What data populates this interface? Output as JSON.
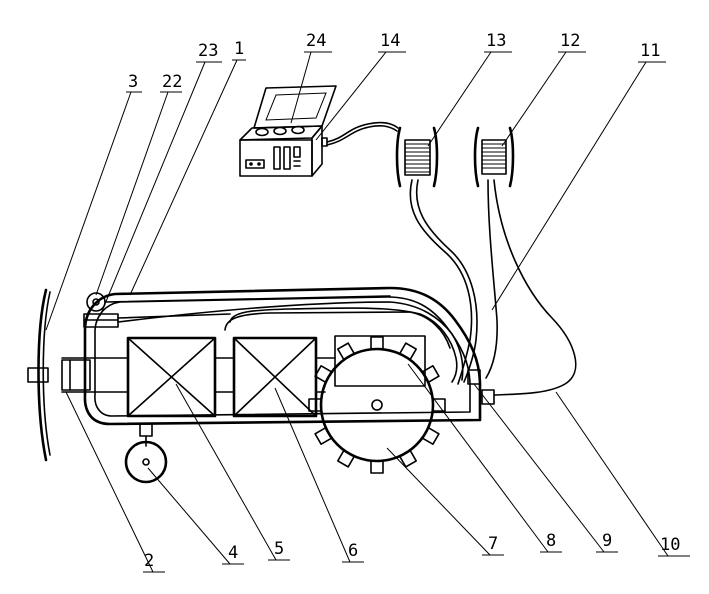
{
  "labels": {
    "n1": "1",
    "n2": "2",
    "n3": "3",
    "n4": "4",
    "n5": "5",
    "n6": "6",
    "n7": "7",
    "n8": "8",
    "n9": "9",
    "n10": "10",
    "n11": "11",
    "n12": "12",
    "n13": "13",
    "n14": "14",
    "n22": "22",
    "n23": "23",
    "n24": "24"
  }
}
